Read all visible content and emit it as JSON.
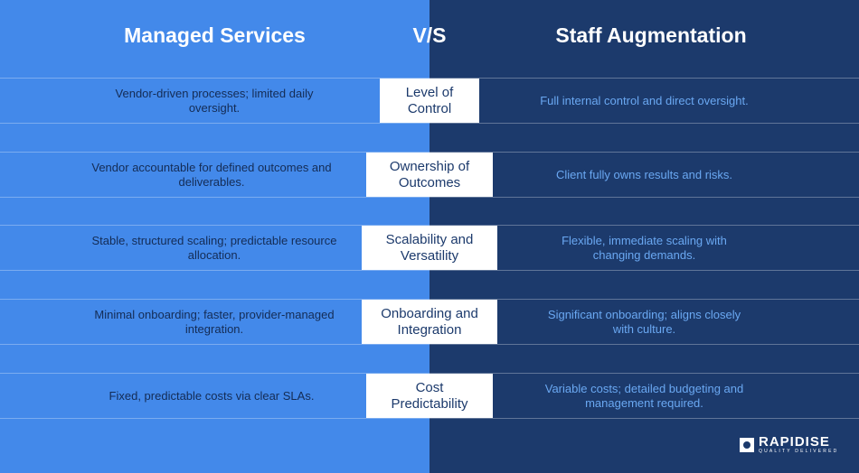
{
  "header": {
    "left": "Managed Services",
    "vs": "V/S",
    "right": "Staff Augmentation"
  },
  "rows": [
    {
      "label": "Level of Control",
      "left": "Vendor-driven processes; limited daily oversight.",
      "right": "Full internal control and direct oversight."
    },
    {
      "label": "Ownership of Outcomes",
      "left": "Vendor accountable for defined outcomes and deliverables.",
      "right": "Client fully owns results and risks."
    },
    {
      "label": "Scalability and Versatility",
      "left": "Stable, structured scaling; predictable resource allocation.",
      "right": "Flexible, immediate scaling with changing demands."
    },
    {
      "label": "Onboarding and Integration",
      "left": "Minimal onboarding; faster, provider-managed integration.",
      "right": "Significant onboarding; aligns closely with culture."
    },
    {
      "label": "Cost Predictability",
      "left": "Fixed, predictable costs via clear SLAs.",
      "right": "Variable costs; detailed budgeting and management required."
    }
  ],
  "logo": {
    "name": "RAPIDISE",
    "tagline": "QUALITY DELIVERED"
  }
}
